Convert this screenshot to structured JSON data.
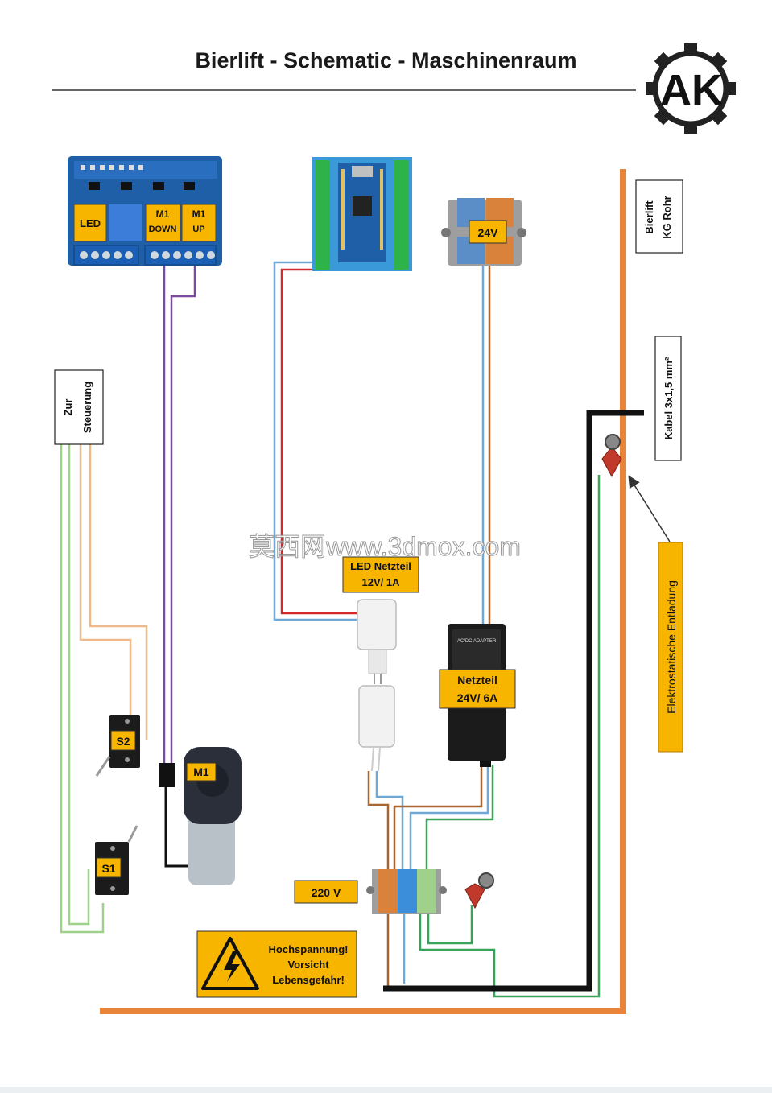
{
  "title": "Bierlift - Schematic - Maschinenraum",
  "logo": {
    "text": "AK",
    "icon": "gear-icon"
  },
  "relay_labels": {
    "led": "LED",
    "m1": "M1",
    "down": "DOWN",
    "up": "UP"
  },
  "labels": {
    "zur": "Zur",
    "steuerung": "Steuerung",
    "bierlift": "Bierlift",
    "kg_rohr": "KG Rohr",
    "kabel": "Kabel 3x1,5 mm²",
    "esd": "Elektrostatische Entladung",
    "terminal_24v": "24V",
    "led_netzteil_1": "LED Netzteil",
    "led_netzteil_2": "12V/ 1A",
    "netzteil_1": "Netzteil",
    "netzteil_2": "24V/ 6A",
    "adapter": "AC/DC ADAPTER",
    "s2": "S2",
    "s1": "S1",
    "m1_motor": "M1",
    "v220": "220 V",
    "warning_1": "Hochspannung!",
    "warning_2": "Vorsicht",
    "warning_3": "Lebensgefahr!"
  },
  "watermark": "莫西网www.3dmox.com",
  "colors": {
    "orange_pipe": "#e8833a",
    "purple": "#7a4aa0",
    "red": "#d62a2a",
    "blue": "#6fa8d6",
    "brown": "#a8652e",
    "green": "#3aa35a",
    "light_green": "#9fd08c",
    "light_orange": "#f0b98a",
    "label_yellow": "#f7b500"
  }
}
